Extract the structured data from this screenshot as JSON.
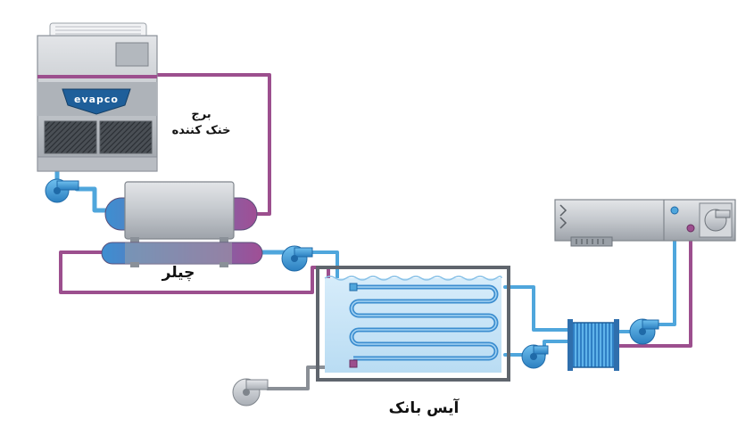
{
  "labels": {
    "cooling_tower": "برج\nخنک کننده",
    "chiller": "چیلر",
    "ice_bank": "آیس بانک"
  },
  "tower_brand": "evapco",
  "colors": {
    "supply_line": "#4fa6dc",
    "return_line": "#9c4f8e",
    "neutral_line": "#8a8f96",
    "equipment_gray": "#c9ccd1",
    "tank_water": "#cfe6f7"
  },
  "icons": [
    "cooling-tower",
    "chiller",
    "condenser",
    "pump",
    "ice-bank-tank",
    "heat-exchanger",
    "air-handling-unit",
    "fan-blower"
  ]
}
